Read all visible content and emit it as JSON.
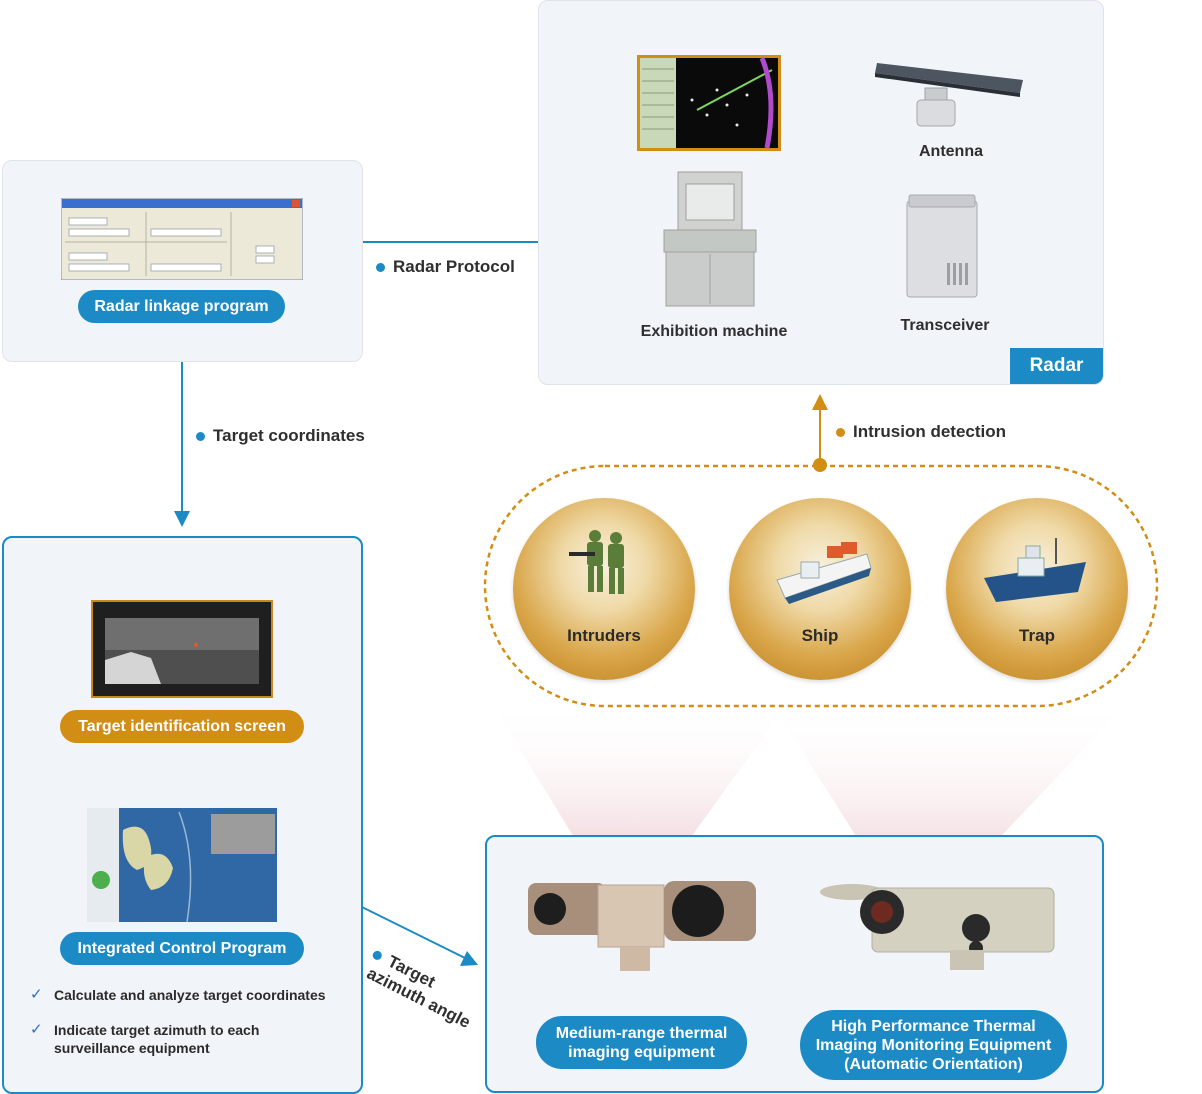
{
  "radar": {
    "tag": "Radar",
    "antenna": "Antenna",
    "transceiver": "Transceiver",
    "exhibition_machine": "Exhibition machine"
  },
  "linkage": {
    "program": "Radar linkage program"
  },
  "flows": {
    "radar_protocol": "Radar Protocol",
    "target_coordinates": "Target coordinates",
    "intrusion_detection": "Intrusion detection",
    "target_azimuth_line1": "Target",
    "target_azimuth_line2": "azimuth angle"
  },
  "targets": [
    {
      "label": "Intruders"
    },
    {
      "label": "Ship"
    },
    {
      "label": "Trap"
    }
  ],
  "control": {
    "identification_screen": "Target identification screen",
    "integrated_program": "Integrated Control Program",
    "checks": [
      "Calculate and analyze target coordinates",
      "Indicate target azimuth to each\nsurveillance equipment"
    ]
  },
  "equipment": {
    "medium_range": "Medium-range thermal\nimaging equipment",
    "high_performance": "High Performance Thermal\nImaging Monitoring Equipment\n(Automatic Orientation)"
  },
  "colors": {
    "accent_blue": "#1b8ac5",
    "accent_orange": "#d18d14",
    "panel_bg": "#f1f4f8"
  }
}
